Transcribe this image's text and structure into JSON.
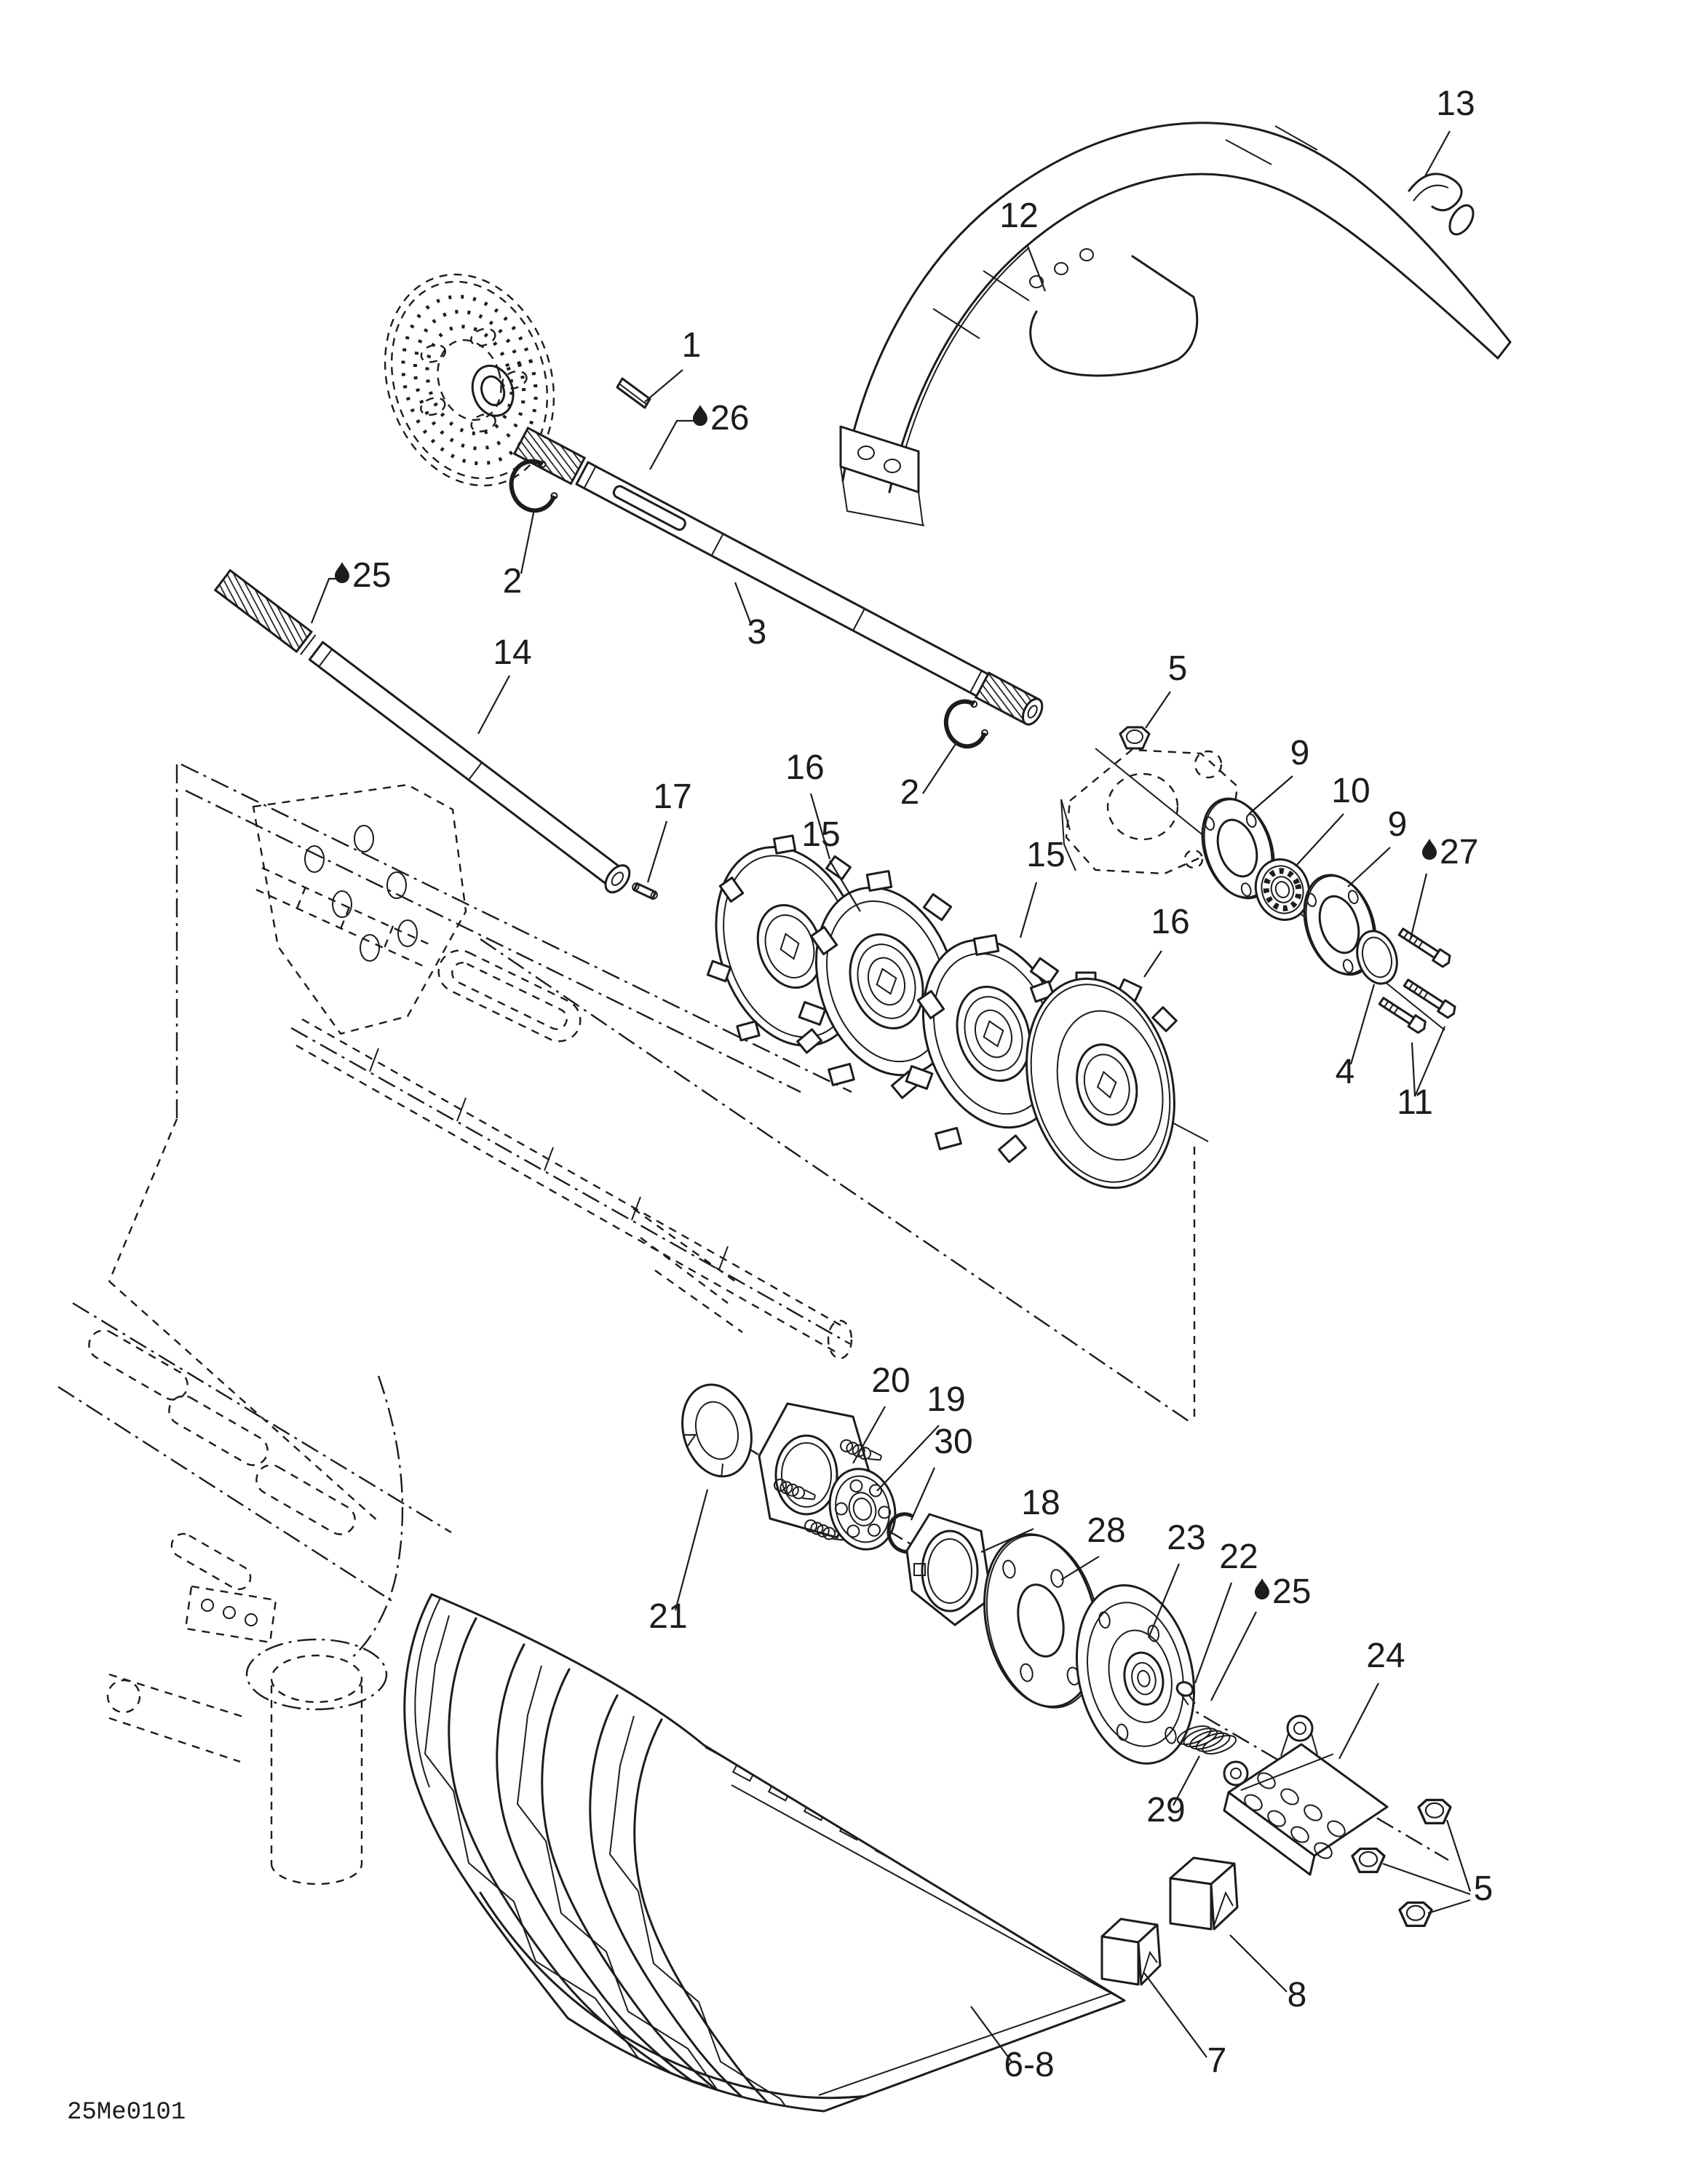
{
  "document": {
    "type": "exploded-parts-diagram",
    "subject": "track drive and axle assembly",
    "drawing_code": "25Me0101",
    "background_color": "#ffffff",
    "line_color": "#1c1c1c"
  },
  "icons": {
    "oil_drop": "oil-drop-icon"
  },
  "callouts": {
    "k1": {
      "label": "1"
    },
    "k2a": {
      "label": "2"
    },
    "k2b": {
      "label": "2"
    },
    "k3": {
      "label": "3"
    },
    "k4": {
      "label": "4"
    },
    "k5a": {
      "label": "5"
    },
    "k5b": {
      "label": "5"
    },
    "k6_8": {
      "label": "6-8"
    },
    "k7": {
      "label": "7"
    },
    "k8": {
      "label": "8"
    },
    "k9a": {
      "label": "9"
    },
    "k9b": {
      "label": "9"
    },
    "k10": {
      "label": "10"
    },
    "k11": {
      "label": "11"
    },
    "k12": {
      "label": "12"
    },
    "k13": {
      "label": "13"
    },
    "k14": {
      "label": "14"
    },
    "k15a": {
      "label": "15"
    },
    "k15b": {
      "label": "15"
    },
    "k16a": {
      "label": "16"
    },
    "k16b": {
      "label": "16"
    },
    "k17": {
      "label": "17"
    },
    "k18": {
      "label": "18"
    },
    "k19": {
      "label": "19"
    },
    "k20": {
      "label": "20"
    },
    "k21": {
      "label": "21"
    },
    "k22": {
      "label": "22"
    },
    "k23": {
      "label": "23"
    },
    "k24": {
      "label": "24"
    },
    "k25a": {
      "label": "25",
      "oil": true
    },
    "k25b": {
      "label": "25",
      "oil": true
    },
    "k26": {
      "label": "26",
      "oil": true
    },
    "k27": {
      "label": "27",
      "oil": true
    },
    "k28": {
      "label": "28"
    },
    "k29": {
      "label": "29"
    },
    "k30": {
      "label": "30"
    }
  }
}
